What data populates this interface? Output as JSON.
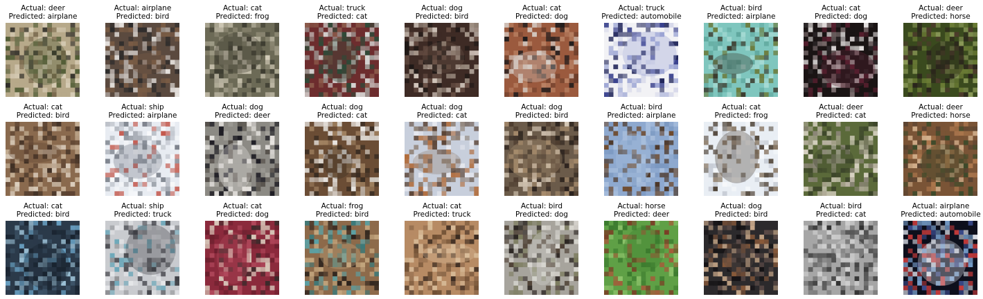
{
  "samples": [
    {
      "actual": "Actual: deer",
      "predicted": "Predicted: airplane",
      "colors": [
        "#b7a98a",
        "#7b6a4e",
        "#4e5a33",
        "#d6cbb4",
        "#2c2a25"
      ]
    },
    {
      "actual": "Actual: airplane",
      "predicted": "Predicted: bird",
      "colors": [
        "#5b4a3f",
        "#e4e0dc",
        "#7a5c45",
        "#b8b0ab",
        "#2b2a2a"
      ]
    },
    {
      "actual": "Actual: cat",
      "predicted": "Predicted: frog",
      "colors": [
        "#6c6a56",
        "#b8b39e",
        "#3e3d31",
        "#8a8671",
        "#d2cbb8"
      ]
    },
    {
      "actual": "Actual: truck",
      "predicted": "Predicted: cat",
      "colors": [
        "#6d2d2e",
        "#a5a39f",
        "#2f4a38",
        "#d8d8d6",
        "#8c5b4b"
      ]
    },
    {
      "actual": "Actual: dog",
      "predicted": "Predicted: bird",
      "colors": [
        "#3e2b25",
        "#a7988b",
        "#6b5247",
        "#d2c6bc",
        "#1e1816"
      ]
    },
    {
      "actual": "Actual: cat",
      "predicted": "Predicted: dog",
      "colors": [
        "#9b5a3e",
        "#1c1a1b",
        "#d7cfc8",
        "#b98163",
        "#6e3f2c"
      ]
    },
    {
      "actual": "Actual: truck",
      "predicted": "Predicted: automobile",
      "colors": [
        "#f2f2f5",
        "#333b8a",
        "#9aa3d3",
        "#1f2459",
        "#d7d9ea"
      ]
    },
    {
      "actual": "Actual: bird",
      "predicted": "Predicted: airplane",
      "colors": [
        "#7fc6be",
        "#5fa79d",
        "#3b3a2d",
        "#a8dcd5",
        "#6b7a3a"
      ]
    },
    {
      "actual": "Actual: cat",
      "predicted": "Predicted: dog",
      "colors": [
        "#1a1414",
        "#e4e0df",
        "#5a2030",
        "#8e7f80",
        "#2f2a2c"
      ]
    },
    {
      "actual": "Actual: deer",
      "predicted": "Predicted: horse",
      "colors": [
        "#3a4a1e",
        "#6a7b35",
        "#2a241c",
        "#8b9a58",
        "#4d3a2c"
      ]
    },
    {
      "actual": "Actual: cat",
      "predicted": "Predicted: bird",
      "colors": [
        "#8a6a4e",
        "#c9b49a",
        "#5b4231",
        "#e0d4c4",
        "#3b2c22"
      ]
    },
    {
      "actual": "Actual: ship",
      "predicted": "Predicted: airplane",
      "colors": [
        "#e8ecf2",
        "#b7bcc4",
        "#7c828c",
        "#c45a4e",
        "#f7f8fa"
      ]
    },
    {
      "actual": "Actual: dog",
      "predicted": "Predicted: deer",
      "colors": [
        "#8c8a84",
        "#1c1b22",
        "#e6e3df",
        "#55504a",
        "#a4a29b"
      ]
    },
    {
      "actual": "Actual: dog",
      "predicted": "Predicted: cat",
      "colors": [
        "#6b4d35",
        "#d7d2cb",
        "#3a2d22",
        "#a18261",
        "#f1efec"
      ]
    },
    {
      "actual": "Actual: dog",
      "predicted": "Predicted: cat",
      "colors": [
        "#c8cfdc",
        "#b06b3a",
        "#8e7f73",
        "#e6e8ef",
        "#5d4638"
      ]
    },
    {
      "actual": "Actual: dog",
      "predicted": "Predicted: bird",
      "colors": [
        "#6b5b4a",
        "#2a211c",
        "#a78c6d",
        "#d6c8b6",
        "#4c3b2e"
      ]
    },
    {
      "actual": "Actual: bird",
      "predicted": "Predicted: airplane",
      "colors": [
        "#8ea9cf",
        "#6e4a2d",
        "#a9bfdd",
        "#4a3322",
        "#7b98c1"
      ]
    },
    {
      "actual": "Actual: cat",
      "predicted": "Predicted: frog",
      "colors": [
        "#e9eef4",
        "#8b7a67",
        "#4e4236",
        "#c7ccd5",
        "#f7f9fb"
      ]
    },
    {
      "actual": "Actual: deer",
      "predicted": "Predicted: cat",
      "colors": [
        "#5b6a3a",
        "#b9b2a2",
        "#3c452a",
        "#8b8677",
        "#d9d3c4"
      ]
    },
    {
      "actual": "Actual: deer",
      "predicted": "Predicted: horse",
      "colors": [
        "#7a5436",
        "#b07a4f",
        "#3c4a2a",
        "#d3b08c",
        "#5a4331"
      ]
    },
    {
      "actual": "Actual: cat",
      "predicted": "Predicted: bird",
      "colors": [
        "#2b3a4a",
        "#6aa3c6",
        "#1a2430",
        "#9dc3d8",
        "#3d5367"
      ]
    },
    {
      "actual": "Actual: ship",
      "predicted": "Predicted: truck",
      "colors": [
        "#c9cbcf",
        "#6aa6b8",
        "#3e3f45",
        "#e6e7ea",
        "#8f9094"
      ]
    },
    {
      "actual": "Actual: cat",
      "predicted": "Predicted: dog",
      "colors": [
        "#8b2a3c",
        "#3a2a2a",
        "#b34a5d",
        "#d7c6b8",
        "#6a1f2d"
      ]
    },
    {
      "actual": "Actual: frog",
      "predicted": "Predicted: bird",
      "colors": [
        "#8d6a4a",
        "#3b7a7a",
        "#c3a67e",
        "#5aa2a6",
        "#2a211c"
      ]
    },
    {
      "actual": "Actual: cat",
      "predicted": "Predicted: truck",
      "colors": [
        "#b78b64",
        "#6e4e33",
        "#d9bd9a",
        "#3b2a20",
        "#8f6a4b"
      ]
    },
    {
      "actual": "Actual: bird",
      "predicted": "Predicted: dog",
      "colors": [
        "#a7a49d",
        "#4a3c30",
        "#d8d6d0",
        "#7a7a5c",
        "#2c2622"
      ]
    },
    {
      "actual": "Actual: horse",
      "predicted": "Predicted: deer",
      "colors": [
        "#5fa046",
        "#7a3f26",
        "#3b7a2e",
        "#a35d3a",
        "#8dc26a"
      ]
    },
    {
      "actual": "Actual: dog",
      "predicted": "Predicted: bird",
      "colors": [
        "#2c2a2c",
        "#8a5a3a",
        "#5a4a46",
        "#c9a98a",
        "#141214"
      ]
    },
    {
      "actual": "Actual: bird",
      "predicted": "Predicted: cat",
      "colors": [
        "#a6a6a6",
        "#4b4b4b",
        "#d2d2d2",
        "#2b2b2b",
        "#7c7c7c"
      ]
    },
    {
      "actual": "Actual: airplane",
      "predicted": "Predicted: automobile",
      "colors": [
        "#0d0f1c",
        "#7aa2cf",
        "#d9dde6",
        "#3a4a8a",
        "#c23a3a"
      ]
    }
  ]
}
